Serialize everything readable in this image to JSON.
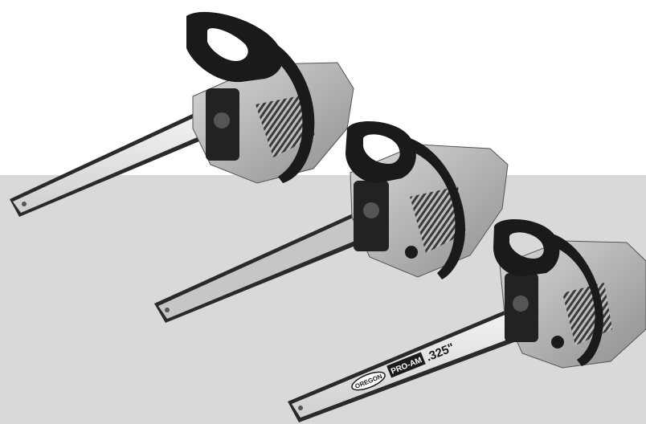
{
  "scene": {
    "description_free": true,
    "colors": {
      "background_top": "#ffffff",
      "background_bottom": "#d9d9d9",
      "handle_dark": "#1a1a1a",
      "body_silver": "#bdbdbd",
      "bar_light": "#e6e6e6",
      "chain_dark": "#2a2a2a"
    }
  },
  "chainsaw_3_bar": {
    "brand": "OREGON",
    "model": "PRO-AM",
    "pitch": ".325\""
  }
}
